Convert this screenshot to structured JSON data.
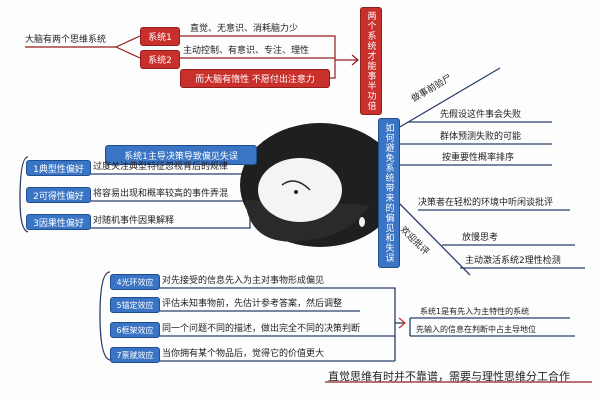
{
  "root_topic": "大脑有两个思维系统",
  "systems": [
    {
      "label": "系统1",
      "description": "直觉、无意识、消耗脑力少"
    },
    {
      "label": "系统2",
      "description": "主动控制、有意识、专注、理性"
    }
  ],
  "inertia_note": "而大脑有惰性 不愿付出注意力",
  "cooperation_box": "两个系统才能事半功倍",
  "avoid_box": "如何避免系统带来的偏见和失误",
  "premortem": {
    "label": "做事前验尸",
    "items": [
      "先假设这件事会失败",
      "群体预测失败的可能",
      "按重要性概率排序"
    ]
  },
  "criticism": {
    "label": "欢迎批评",
    "items": [
      "决策者在轻松的环境中听闲谈批评",
      "放慢思考",
      "主动激活系统2理性检测"
    ]
  },
  "bias_header": "系统1主导决策导致偏见失误",
  "biases": [
    {
      "label": "1典型性偏好",
      "text": "过度关注典型特征忽视背后的规律"
    },
    {
      "label": "2可得性偏好",
      "text": "将容易出现和概率较高的事件弄混"
    },
    {
      "label": "3因果性偏好",
      "text": "对随机事件因果解释"
    }
  ],
  "effects": [
    {
      "label": "4光环效应",
      "text": "对先接受的信息先入为主对事物形成偏见"
    },
    {
      "label": "5锚定效应",
      "text": "评估未知事物前，先估计参考答案，然后调整"
    },
    {
      "label": "6框架效应",
      "text": "同一个问题不同的描述，做出完全不同的决策判断"
    },
    {
      "label": "7禀赋效应",
      "text": "当你拥有某个物品后，觉得它的价值更大"
    }
  ],
  "system1_notes": [
    "系统1是有先入为主特性的系统",
    "先输入的信息在判断中占主导地位"
  ],
  "conclusion": "直觉思维有时并不靠谱，需要与理性思维分工合作",
  "colors": {
    "red": "#c9302c",
    "blue": "#3a74c4",
    "line": "#2a3f6b"
  }
}
